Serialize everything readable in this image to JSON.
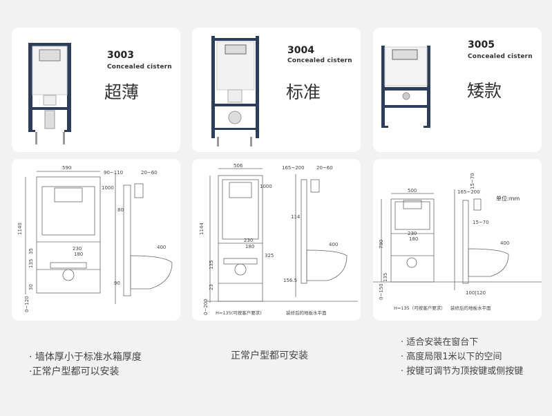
{
  "products": [
    {
      "code": "3003",
      "subtitle": "Concealed cistern",
      "label": "超薄"
    },
    {
      "code": "3004",
      "subtitle": "Concealed cistern",
      "label": "标准"
    },
    {
      "code": "3005",
      "subtitle": "Concealed cistern",
      "label": "矮款"
    }
  ],
  "diagrams": [
    {
      "dims": [
        "590",
        "90~110",
        "20~60",
        "1000",
        "1140",
        "80",
        "230",
        "180",
        "35",
        "135",
        "30",
        "90",
        "400",
        "0~120"
      ],
      "footer": "",
      "ground": ""
    },
    {
      "dims": [
        "506",
        "165~200",
        "20~60",
        "1000",
        "1144",
        "114",
        "230",
        "180",
        "325",
        "135",
        "23",
        "400",
        "156.5",
        "0~200"
      ],
      "footer": "H=135(可按客户要求)",
      "ground": "装修后的地板水平面"
    },
    {
      "dims": [
        "500",
        "165~200",
        "15~70",
        "15~70",
        "230",
        "180",
        "790",
        "135",
        "400",
        "100|120",
        "0~150"
      ],
      "unit": "单位:mm",
      "footer": "H=135（可按客户要求）",
      "ground": "装修后的地板水平面"
    }
  ],
  "notes": [
    [
      "· 墙体厚小于标准水箱厚度",
      "·正常户型都可以安装"
    ],
    [
      "正常户型都可安装"
    ],
    [
      "· 适合安装在窗台下",
      "· 高度局限1米以下的空间",
      "· 按键可调节为顶按键或侧按键"
    ]
  ]
}
